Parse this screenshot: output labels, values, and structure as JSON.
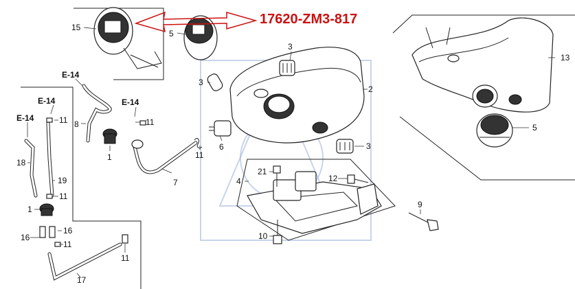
{
  "diagram": {
    "part_number": "17620-ZM3-817",
    "callouts": {
      "c1a": "1",
      "c1b": "1",
      "c2": "2",
      "c3a": "3",
      "c3b": "3",
      "c3c": "3",
      "c4": "4",
      "c5a": "5",
      "c5b": "5",
      "c6": "6",
      "c7": "7",
      "c8": "8",
      "c9": "9",
      "c10": "10",
      "c11a": "11",
      "c11b": "11",
      "c11c": "11",
      "c11d": "11",
      "c11e": "11",
      "c11f": "11",
      "c12": "12",
      "c13": "13",
      "c15": "15",
      "c16a": "16",
      "c16b": "16",
      "c17": "17",
      "c18": "18",
      "c19": "19",
      "c21": "21"
    },
    "references": {
      "e14a": "E-14",
      "e14b": "E-14",
      "e14c": "E-14",
      "e14d": "E-14"
    },
    "colors": {
      "accent": "#cc1111",
      "lines": "#222222",
      "watermark": "#9db0d8"
    }
  }
}
